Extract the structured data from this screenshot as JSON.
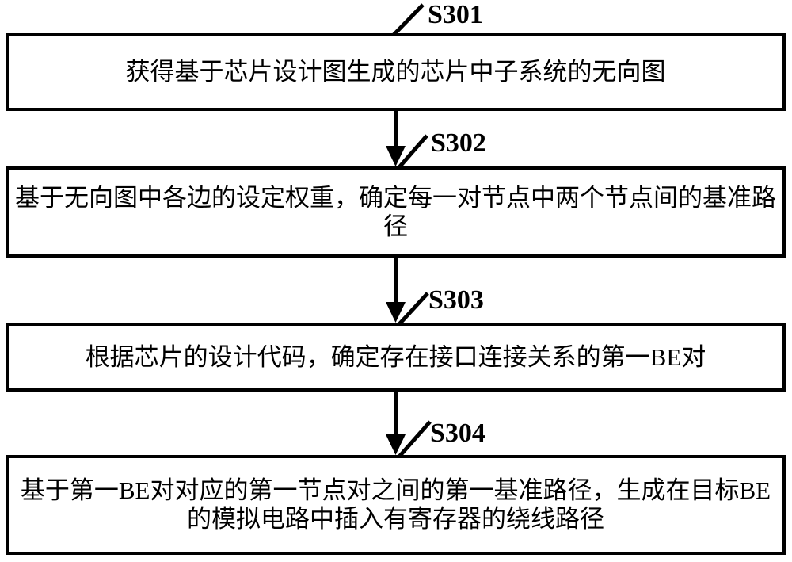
{
  "figure": {
    "background_color": "#ffffff",
    "line_color": "#000000",
    "type": "flowchart"
  },
  "steps": [
    {
      "label": "S301",
      "lines": [
        "获得基于芯片设计图生成的芯片中子系统的无向图"
      ]
    },
    {
      "label": "S302",
      "lines": [
        "基于无向图中各边的设定权重，确定每一对节点中两个节点间的基准路",
        "径"
      ]
    },
    {
      "label": "S303",
      "lines": [
        "根据芯片的设计代码，确定存在接口连接关系的第一BE对"
      ]
    },
    {
      "label": "S304",
      "lines": [
        "基于第一BE对对应的第一节点对之间的第一基准路径，生成在目标BE",
        "的模拟电路中插入有寄存器的绕线路径"
      ]
    }
  ]
}
